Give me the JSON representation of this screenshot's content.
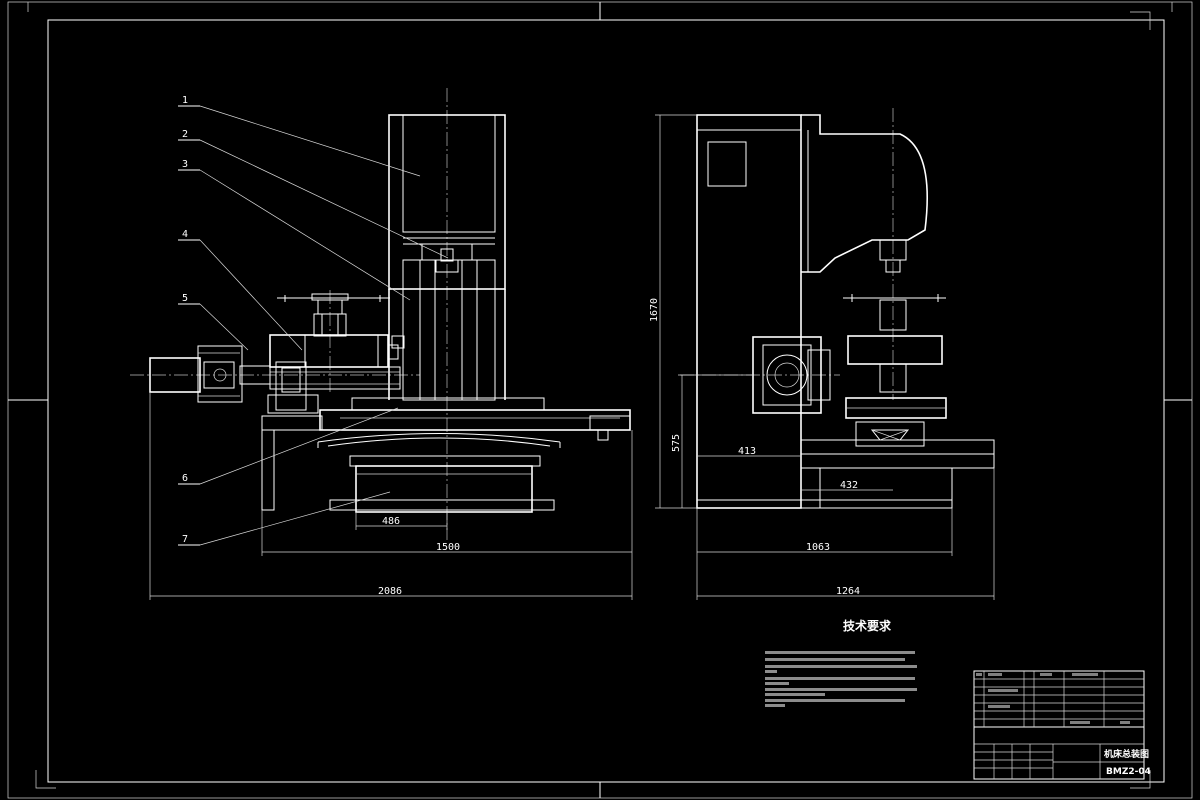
{
  "drawing": {
    "callouts": [
      "1",
      "2",
      "3",
      "4",
      "5",
      "6",
      "7"
    ],
    "dimensions": {
      "front_inner_width": "486",
      "front_base_width": "1500",
      "front_overall_width": "2086",
      "side_height_total": "1670",
      "side_height_lower": "575",
      "side_offset_413": "413",
      "side_offset_432": "432",
      "side_base_width": "1063",
      "side_overall_width": "1264"
    }
  },
  "technical_requirements": {
    "heading": "技术要求"
  },
  "title_block": {
    "drawing_name": "机床总装图",
    "drawing_number": "BMZ2-04"
  },
  "colors": {
    "background": "#000000",
    "lines": "#ffffff"
  }
}
